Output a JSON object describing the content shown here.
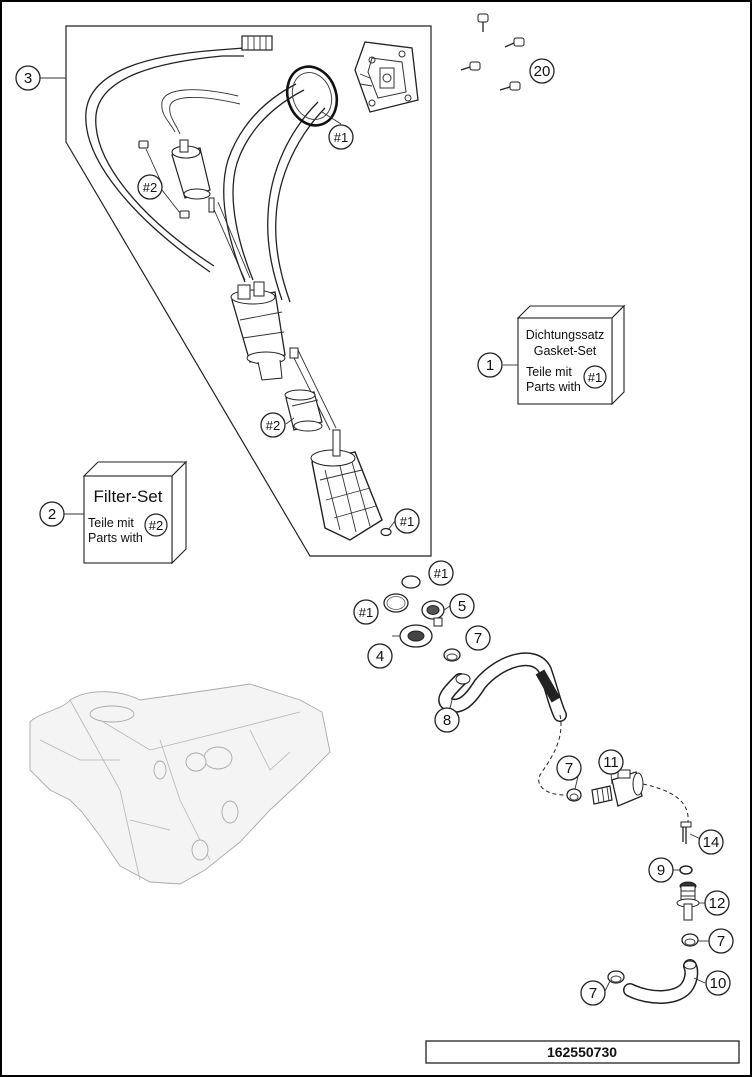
{
  "callouts": {
    "c1": "1",
    "c2": "2",
    "c3": "3",
    "c4": "4",
    "c5": "5",
    "c7a": "7",
    "c7b": "7",
    "c7c": "7",
    "c7d": "7",
    "c8": "8",
    "c9": "9",
    "c10": "10",
    "c11": "11",
    "c12": "12",
    "c14": "14",
    "c20": "20"
  },
  "refs": {
    "r_gasket": "#1",
    "r_box_gasket": "#1",
    "r_oring_a": "#1",
    "r_oring_b": "#1",
    "r_oring_c": "#1",
    "r_filter_clips": "#2",
    "r_filter_sock": "#2",
    "r_box_filter": "#2"
  },
  "gasket_set_box": {
    "title_de": "Dichtungssatz",
    "title_en": "Gasket-Set",
    "line1": "Teile mit",
    "line2": "Parts with"
  },
  "filter_set_box": {
    "title": "Filter-Set",
    "line1": "Teile mit",
    "line2": "Parts with"
  },
  "drawing_number": "162550730"
}
